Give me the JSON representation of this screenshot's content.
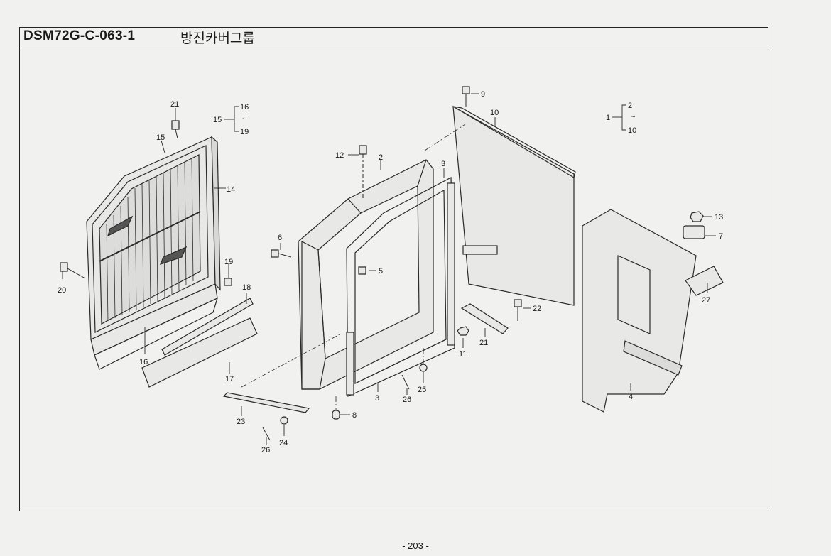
{
  "document": {
    "code": "DSM72G-C-063-1",
    "title": "방진카버그룹",
    "page_number": "- 203 -"
  },
  "groups": [
    {
      "label": "15",
      "from": "16",
      "tilde": "~",
      "to": "19"
    },
    {
      "label": "1",
      "from": "2",
      "tilde": "~",
      "to": "10"
    }
  ],
  "callouts": [
    "21",
    "15",
    "14",
    "20",
    "19",
    "18",
    "16",
    "17",
    "12",
    "2",
    "3",
    "6",
    "5",
    "9",
    "10",
    "13",
    "7",
    "22",
    "11",
    "21",
    "27",
    "23",
    "8",
    "3",
    "26",
    "25",
    "26",
    "24",
    "4"
  ],
  "colors": {
    "line": "#2a2a2a",
    "paper": "#f1f1ef",
    "part": "#e8e8e6",
    "dark": "#555555"
  }
}
